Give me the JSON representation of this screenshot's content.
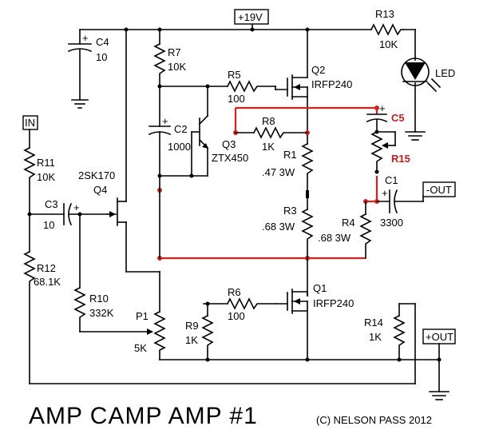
{
  "title": "AMP CAMP AMP #1",
  "copyright": "(C) NELSON PASS 2012",
  "supply": "+19V",
  "ports": {
    "in": "IN",
    "out_neg": "-OUT",
    "out_pos": "+OUT"
  },
  "components": {
    "R13": {
      "ref": "R13",
      "value": "10K"
    },
    "LED": {
      "ref": "LED"
    },
    "C4": {
      "ref": "C4",
      "value": "10"
    },
    "R7": {
      "ref": "R7",
      "value": "10K"
    },
    "Q2": {
      "ref": "Q2",
      "value": "IRFP240"
    },
    "R5": {
      "ref": "R5",
      "value": "100"
    },
    "C5": {
      "ref": "C5"
    },
    "C2": {
      "ref": "C2",
      "value": "1000"
    },
    "R8": {
      "ref": "R8",
      "value": "1K"
    },
    "Q3": {
      "ref": "Q3",
      "value": "ZTX450"
    },
    "R15": {
      "ref": "R15"
    },
    "R1": {
      "ref": "R1",
      "value": ".47 3W"
    },
    "C1": {
      "ref": "C1",
      "value": "3300"
    },
    "R11": {
      "ref": "R11",
      "value": "10K"
    },
    "Q4": {
      "ref": "Q4",
      "value": "2SK170"
    },
    "C3": {
      "ref": "C3",
      "value": "10"
    },
    "R3": {
      "ref": "R3",
      "value": ".68 3W"
    },
    "R4": {
      "ref": "R4",
      "value": ".68 3W"
    },
    "R12": {
      "ref": "R12",
      "value": "68.1K"
    },
    "R10": {
      "ref": "R10",
      "value": "332K"
    },
    "Q1": {
      "ref": "Q1",
      "value": "IRFP240"
    },
    "R6": {
      "ref": "R6",
      "value": "100"
    },
    "P1": {
      "ref": "P1",
      "value": "5K"
    },
    "R9": {
      "ref": "R9",
      "value": "1K"
    },
    "R14": {
      "ref": "R14",
      "value": "1K"
    }
  },
  "colors": {
    "wire": "#000000",
    "modification": "#d32020"
  }
}
